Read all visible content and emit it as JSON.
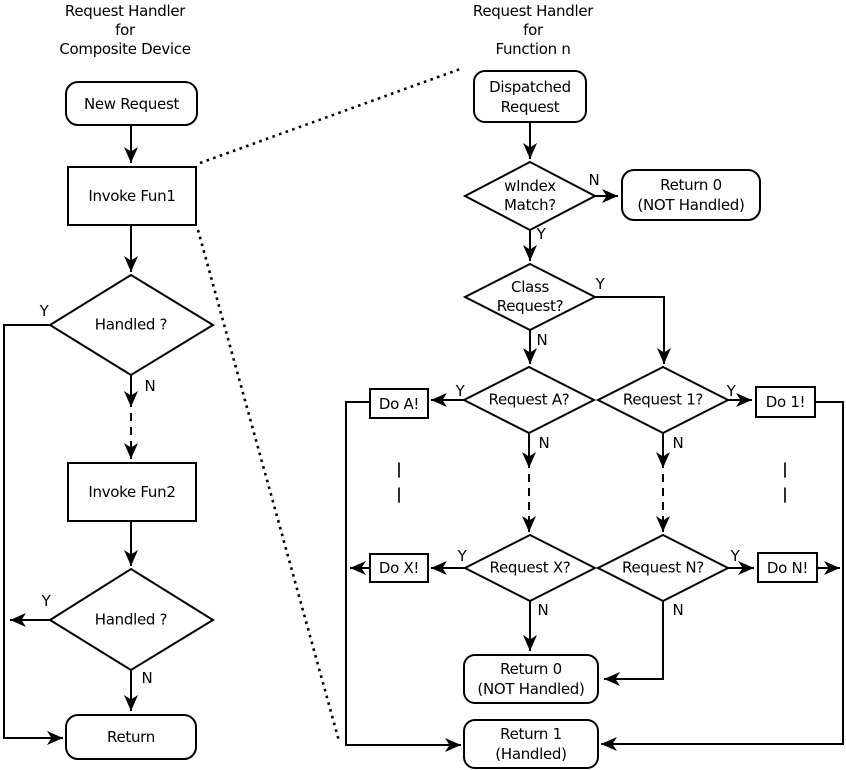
{
  "colors": {
    "ink": "#000000",
    "background": "#ffffff"
  },
  "edge_labels": {
    "yes": "Y",
    "no": "N"
  },
  "continuation_mark": "|\n|",
  "left_chart": {
    "title": "Request Handler\nfor\nComposite Device",
    "nodes": {
      "new_request": "New Request",
      "invoke_fun1": "Invoke Fun1",
      "handled_1": "Handled ?",
      "invoke_fun2": "Invoke Fun2",
      "handled_2": "Handled ?",
      "return_node": "Return"
    }
  },
  "right_chart": {
    "title": "Request Handler\nfor\nFunction n",
    "nodes": {
      "dispatched_request": "Dispatched\nRequest",
      "windex_match": "wIndex\nMatch?",
      "return_0_top": "Return 0\n(NOT Handled)",
      "class_request": "Class\nRequest?",
      "request_a": "Request A?",
      "request_1": "Request 1?",
      "do_a": "Do A!",
      "do_1": "Do 1!",
      "request_x": "Request X?",
      "request_n": "Request N?",
      "do_x": "Do X!",
      "do_n": "Do N!",
      "return_0_bottom": "Return 0\n(NOT Handled)",
      "return_1": "Return 1\n(Handled)"
    }
  }
}
